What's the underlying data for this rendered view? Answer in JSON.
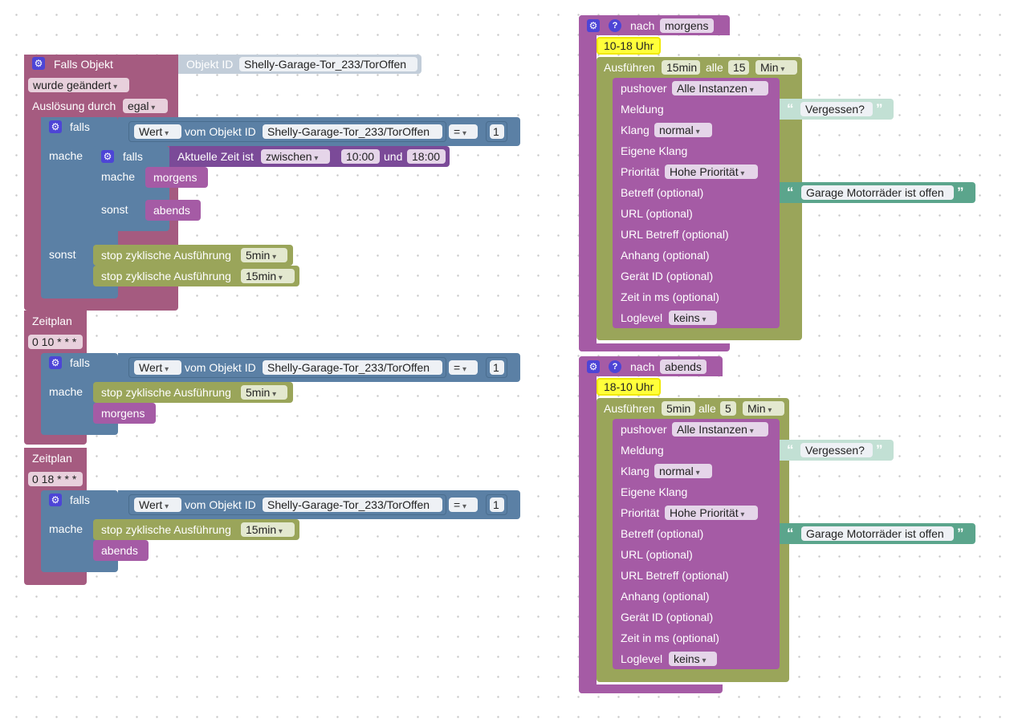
{
  "trigger": {
    "title": "Falls Objekt",
    "object_id_label": "Objekt ID",
    "object_id": "Shelly-Garage-Tor_233/TorOffen",
    "change": "wurde geändert",
    "ausloesung_label": "Auslösung durch",
    "ausloesung_value": "egal"
  },
  "common": {
    "falls": "falls",
    "mache": "mache",
    "sonst": "sonst",
    "wert": "Wert",
    "vom_objekt": "vom Objekt ID",
    "object_id": "Shelly-Garage-Tor_233/TorOffen",
    "eq": "=",
    "one": "1",
    "stop_label": "stop zyklische Ausführung",
    "zeitplan": "Zeitplan",
    "gear": "⚙",
    "q": "?",
    "nach": "nach",
    "ausfuehren": "Ausführen",
    "alle": "alle",
    "min": "Min",
    "open_q": "“",
    "close_q": "”"
  },
  "block1": {
    "inner_time_label": "Aktuelle Zeit ist",
    "inner_time_mode": "zwischen",
    "time_from": "10:00",
    "und": "und",
    "time_to": "18:00",
    "call_then": "morgens",
    "call_else": "abends",
    "stop_a": "5min",
    "stop_b": "15min"
  },
  "schedule1": {
    "cron": "0 10 * * *",
    "stop_value": "5min",
    "call": "morgens"
  },
  "schedule2": {
    "cron": "0 18 * * *",
    "stop_value": "15min",
    "call": "abends"
  },
  "procedures": [
    {
      "name": "morgens",
      "comment": "10-18 Uhr",
      "timer_name": "15min",
      "interval": "15"
    },
    {
      "name": "abends",
      "comment": "18-10 Uhr",
      "timer_name": "5min",
      "interval": "5"
    }
  ],
  "pushover": {
    "label": "pushover",
    "instance": "Alle Instanzen",
    "meldung": "Meldung",
    "meldung_value": "Vergessen?",
    "klang": "Klang",
    "klang_value": "normal",
    "eigene_klang": "Eigene Klang",
    "prioritaet": "Priorität",
    "prioritaet_value": "Hohe Priorität",
    "betreff": "Betreff (optional)",
    "betreff_value": "Garage Motorräder ist offen",
    "url": "URL (optional)",
    "url_betreff": "URL Betreff (optional)",
    "anhang": "Anhang (optional)",
    "geraet": "Gerät ID (optional)",
    "zeit": "Zeit in ms (optional)",
    "loglevel": "Loglevel",
    "loglevel_value": "keins"
  }
}
